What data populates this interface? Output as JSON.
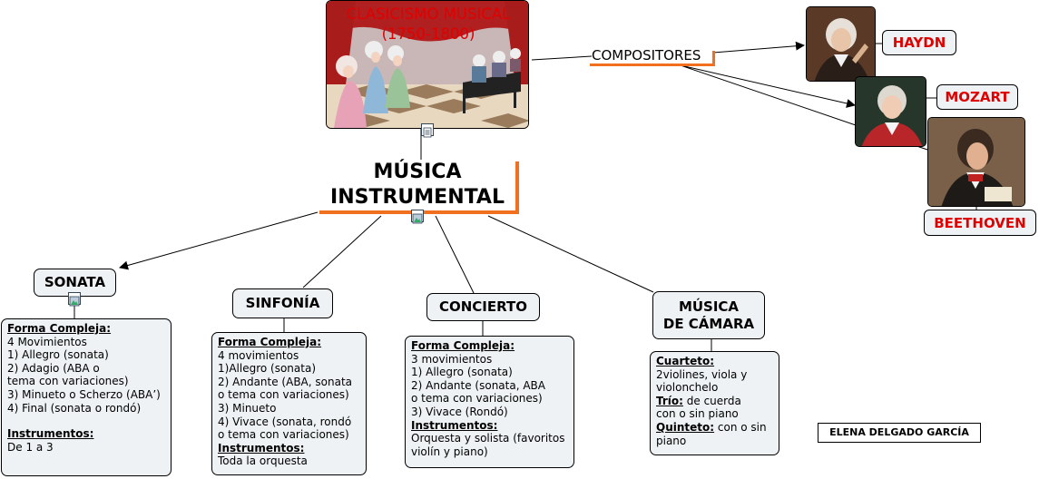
{
  "colors": {
    "accent": "#f07020",
    "title_red": "#e00000",
    "node_fill": "#eef2f4"
  },
  "header_image": {
    "title_line1": "CLASICISMO MUSICAL",
    "title_line2": "(1750-1800)"
  },
  "central": {
    "line1": "MÚSICA",
    "line2": "INSTRUMENTAL"
  },
  "compositores": {
    "label": "COMPOSITORES",
    "names": [
      "HAYDN",
      "MOZART",
      "BEETHOVEN"
    ]
  },
  "branches": [
    {
      "title": "SONATA",
      "lines": [
        {
          "t": "Forma Compleja:",
          "s": "h"
        },
        {
          "t": "4 Movimientos"
        },
        {
          "t": "1) Allegro (sonata)"
        },
        {
          "t": "2) Adagio (ABA o"
        },
        {
          "t": "tema con variaciones)"
        },
        {
          "t": "3) Minueto o Scherzo (ABA’)"
        },
        {
          "t": "4) Final (sonata o rondó)"
        },
        {
          "t": "",
          "s": "gap"
        },
        {
          "t": "Instrumentos:",
          "s": "h"
        },
        {
          "t": "De 1 a 3"
        }
      ]
    },
    {
      "title": "SINFONÍA",
      "lines": [
        {
          "t": "Forma Compleja:",
          "s": "h"
        },
        {
          "t": "4 movimientos"
        },
        {
          "t": "1)Allegro (sonata)"
        },
        {
          "t": "2) Andante (ABA, sonata"
        },
        {
          "t": "o tema con variaciones)"
        },
        {
          "t": "3) Minueto"
        },
        {
          "t": "4) Vivace (sonata, rondó"
        },
        {
          "t": "o tema con variaciones)"
        },
        {
          "t": "Instrumentos:",
          "s": "h"
        },
        {
          "t": "Toda la orquesta"
        }
      ]
    },
    {
      "title": "CONCIERTO",
      "lines": [
        {
          "t": "Forma Compleja:",
          "s": "h"
        },
        {
          "t": "3 movimientos"
        },
        {
          "t": "1) Allegro (sonata)"
        },
        {
          "t": "2) Andante (sonata, ABA"
        },
        {
          "t": "o tema con variaciones)"
        },
        {
          "t": "3) Vivace (Rondó)"
        },
        {
          "t": "Instrumentos:",
          "s": "h"
        },
        {
          "t": "Orquesta y solista (favoritos"
        },
        {
          "t": "violín y piano)"
        }
      ]
    },
    {
      "title_line1": "MÚSICA",
      "title_line2": "DE CÁMARA",
      "cuarteto_label": "Cuarteto:",
      "cuarteto_l1": "2violines, viola y",
      "cuarteto_l2": "violonchelo",
      "trio_label": "Trío:",
      "trio_l1": " de cuerda",
      "trio_l2": "con o sin piano",
      "quinteto_label": "Quinteto:",
      "quinteto_l1": " con o sin",
      "quinteto_l2": "piano"
    }
  ],
  "author": "ELENA DELGADO GARCÍA"
}
